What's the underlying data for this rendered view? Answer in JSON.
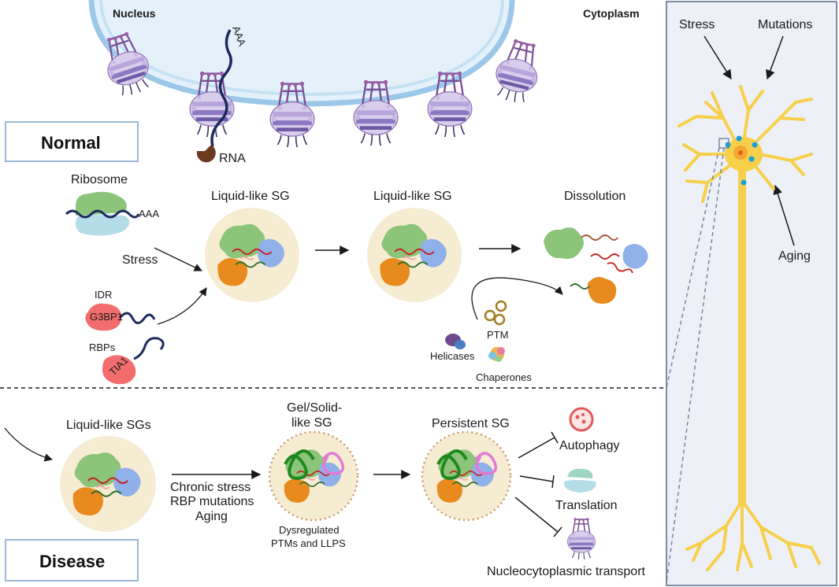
{
  "top": {
    "nucleus_label": "Nucleus",
    "cytoplasm_label": "Cytoplasm",
    "poly_a": "AAA",
    "rna_label": "RNA"
  },
  "normal": {
    "box_label": "Normal",
    "ribosome_label": "Ribosome",
    "ribosome_poly_a": "AAA",
    "stress_label": "Stress",
    "idr_label": "IDR",
    "g3bp1_label": "G3BP1",
    "rbps_label": "RBPs",
    "tia1_label": "TIA1",
    "sg1_label": "Liquid-like SG",
    "sg2_label": "Liquid-like SG",
    "dissolution_label": "Dissolution",
    "ptm_label": "PTM",
    "helicases_label": "Helicases",
    "chaperones_label": "Chaperones"
  },
  "disease": {
    "box_label": "Disease",
    "sgs_label": "Liquid-like SGs",
    "causes": [
      "Chronic stress",
      "RBP mutations",
      "Aging"
    ],
    "gel_label_1": "Gel/Solid-",
    "gel_label_2": "like SG",
    "dysreg_1": "Dysregulated",
    "dysreg_2": "PTMs and LLPS",
    "persistent_label": "Persistent SG",
    "autophagy_label": "Autophagy",
    "translation_label": "Translation",
    "transport_label": "Nucleocytoplasmic transport"
  },
  "neuron_panel": {
    "stress_label": "Stress",
    "mutations_label": "Mutations",
    "aging_label": "Aging"
  },
  "colors": {
    "ribosome_green": "#8cc47a",
    "ribosome_blue": "#b5dde8",
    "protein_orange": "#e98a1e",
    "protein_blue": "#8fb0e8",
    "granule_fill": "#f6ecd2",
    "rbp_red": "#f26d6d",
    "pore_purple": "#9a6fb0",
    "neuron_yellow": "#f7cf4a",
    "panel_bg": "#edf0f6",
    "box_border": "#9cb7d8"
  }
}
